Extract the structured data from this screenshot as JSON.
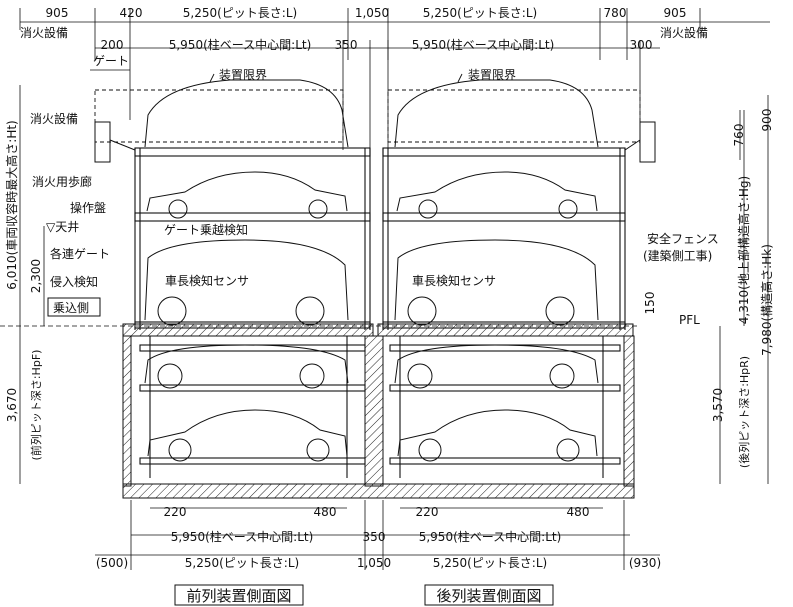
{
  "top": {
    "d905_left": "905",
    "d420": "420",
    "pit_front": "5,250(ピット長さ:L)",
    "d1050": "1,050",
    "pit_rear": "5,250(ピット長さ:L)",
    "d780": "780",
    "d905_right": "905",
    "fire_left": "消火設備",
    "fire_right": "消火設備",
    "d200": "200",
    "col_front": "5,950(柱ベース中心間:Lt)",
    "d350": "350",
    "col_rear": "5,950(柱ベース中心間:Lt)",
    "d300": "300",
    "gate": "ゲート",
    "limit_front": "装置限界",
    "limit_rear": "装置限界"
  },
  "labels": {
    "fire_equip": "消火設備",
    "fire_walkway": "消火用歩廊",
    "op_panel": "操作盤",
    "ceiling": "▽天井",
    "gates": "各連ゲート",
    "intrusion": "侵入検知",
    "boarding": "乗込側",
    "gate_cross": "ゲート乗越検知",
    "len_sensor_front": "車長検知センサ",
    "len_sensor_rear": "車長検知センサ",
    "safety_fence_1": "安全フェンス",
    "safety_fence_2": "(建築側工事)",
    "pfl": "PFL"
  },
  "left": {
    "ht": "6,010(車両収容時最大高さ:Ht)",
    "d2300": "2,300",
    "hpf": "(前列ピット深さ:HpF)",
    "d3670": "3,670"
  },
  "right": {
    "d760": "760",
    "d900": "900",
    "hg": "4,310(地上部構造高さ:Hg)",
    "hk": "7,980(構造高さ:Hk)",
    "d150": "150",
    "hpr": "(後列ピット深さ:HpR)",
    "d3570": "3,570"
  },
  "bottom": {
    "d220_front": "220",
    "d480_front": "480",
    "d220_rear": "220",
    "d480_rear": "480",
    "col_front": "5,950(柱ベース中心間:Lt)",
    "d350": "350",
    "col_rear": "5,950(柱ベース中心間:Lt)",
    "d500": "(500)",
    "pit_front": "5,250(ピット長さ:L)",
    "d1050": "1,050",
    "pit_rear": "5,250(ピット長さ:L)",
    "d930": "(930)"
  },
  "captions": {
    "front": "前列装置側面図",
    "rear": "後列装置側面図"
  }
}
